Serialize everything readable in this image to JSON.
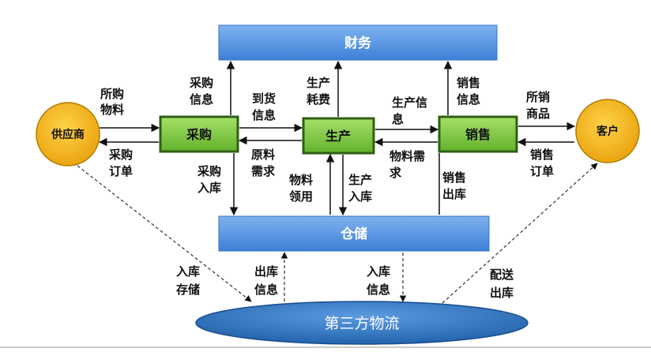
{
  "bars": {
    "finance": "财务",
    "warehouse": "仓储"
  },
  "modules": {
    "purchase": "采购",
    "production": "生产",
    "sales": "销售"
  },
  "parties": {
    "supplier": "供应商",
    "customer": "客户",
    "logistics": "第三方物流"
  },
  "colors": {
    "bar_blue": "#4F8FDF",
    "module_green": "#7DC83C",
    "party_yellow": "#F5B51A",
    "logistics_blue": "#2F6FB5"
  },
  "labels": {
    "supplier_to_purchase": [
      "所购",
      "物料"
    ],
    "purchase_to_supplier": [
      "采购",
      "订单"
    ],
    "purchase_info": [
      "采购",
      "信息"
    ],
    "arrival_info": [
      "到货",
      "信息"
    ],
    "material_demand": [
      "原料",
      "需求"
    ],
    "purchase_inbound": [
      "采购",
      "入库"
    ],
    "production_cost": [
      "生产",
      "耗费"
    ],
    "production_info": [
      "生产信",
      "息"
    ],
    "material_demand2": [
      "物料需",
      "求"
    ],
    "material_use": [
      "物料",
      "领用"
    ],
    "production_inbound": [
      "生产",
      "入库"
    ],
    "sales_info": [
      "销售",
      "信息"
    ],
    "sales_outbound": [
      "销售",
      "出库"
    ],
    "sold_goods": [
      "所销",
      "商品"
    ],
    "sales_order": [
      "销售",
      "订单"
    ],
    "inbound_storage": [
      "入库",
      "存储"
    ],
    "outbound_info": [
      "出库",
      "信息"
    ],
    "inbound_info": [
      "入库",
      "信息"
    ],
    "delivery_outbound": [
      "配送",
      "出库"
    ]
  }
}
